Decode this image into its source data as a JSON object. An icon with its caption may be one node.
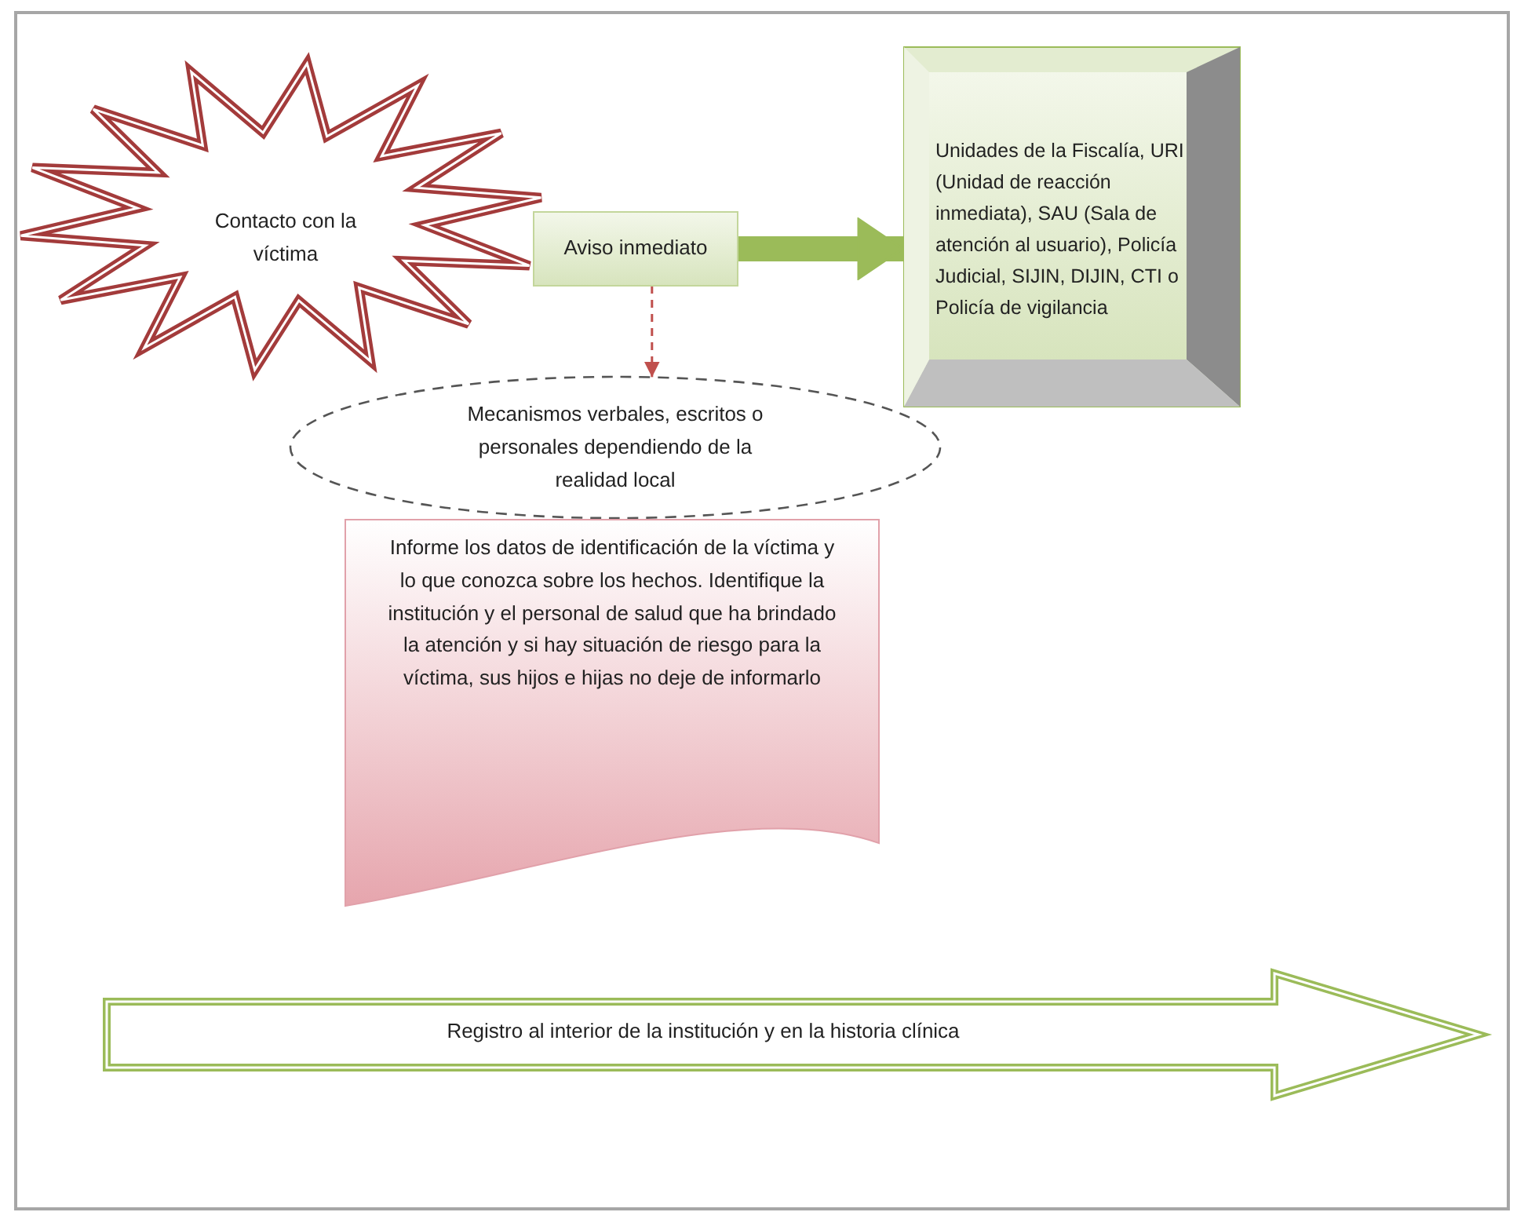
{
  "diagram": {
    "nodes": [
      {
        "text": [
          "Contacto con la víctima"
        ]
      },
      {
        "text": [
          "Aviso inmediato"
        ]
      },
      {
        "text": [
          "Unidades de la Fiscalía,  URI (Unidad de reacción inmediata), SAU (Sala de atención al usuario), Policía Judicial, SIJIN, DIJIN, CTI o Policía de vigilancia"
        ]
      },
      {
        "text": [
          "Mecanismos verbales, escritos o personales dependiendo de la realidad local"
        ]
      },
      {
        "text": [
          "Informe los datos de identificación de la víctima y lo que conozca sobre los hechos. Identifique la institución y el personal de salud que ha brindado la atención y si hay situación de riesgo para la víctima, sus hijos e hijas no deje de informarlo"
        ]
      },
      {
        "text": [
          "Registro al interior de la institución y en la historia clínica"
        ]
      }
    ],
    "edges": [
      {
        "from": 1,
        "to": 2,
        "arrow": "to",
        "style": "thick",
        "color": "#9bbb59"
      },
      {
        "from": 1,
        "to": 3,
        "arrow": "to",
        "style": "dashed",
        "color": "#c0504d"
      }
    ]
  }
}
